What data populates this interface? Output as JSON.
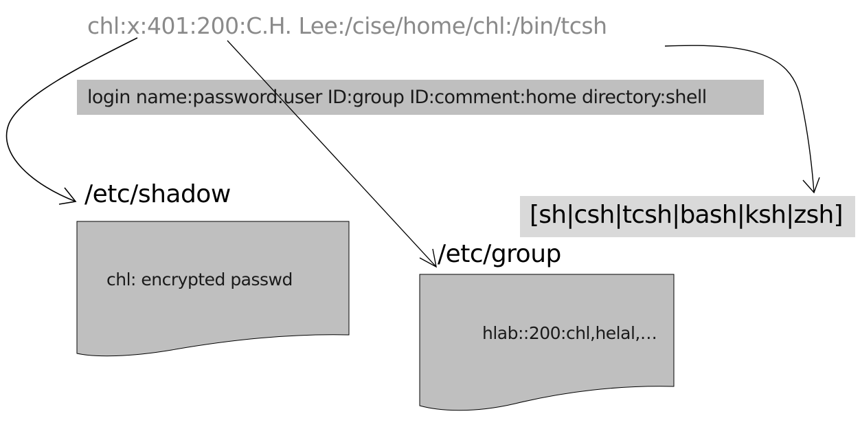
{
  "passwd_entry": "chl:x:401:200:C.H. Lee:/cise/home/chl:/bin/tcsh",
  "field_legend": "login name:password:user ID:group ID:comment:home directory:shell",
  "shadow_file": {
    "title": "/etc/shadow",
    "content": "chl: encrypted passwd"
  },
  "group_file": {
    "title": "/etc/group",
    "content": "hlab::200:chl,helal,…"
  },
  "shells": "[sh|csh|tcsh|bash|ksh|zsh]",
  "colors": {
    "passwd_text": "#8a8a8a",
    "legend_bar": "#bfbfbf",
    "document_fill": "#bfbfbf",
    "shell_box": "#d9d9d9",
    "arrow": "#000000"
  }
}
